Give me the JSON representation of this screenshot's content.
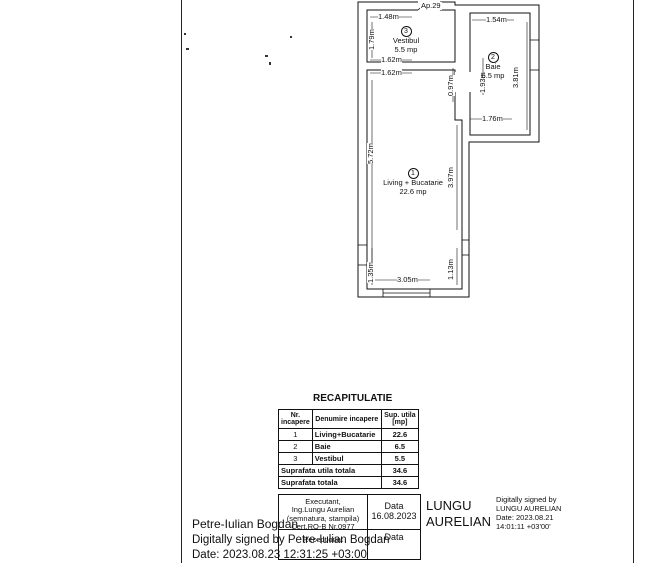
{
  "plan": {
    "apartment": "Ap.29",
    "rooms": [
      {
        "num": "3",
        "name": "Vestibul",
        "area": "5.5 mp"
      },
      {
        "num": "2",
        "name": "Baie",
        "area": "6.5 mp"
      },
      {
        "num": "1",
        "name": "Living + Bucatarie",
        "area": "22.6 mp"
      }
    ],
    "dims": {
      "d148": "1.48m",
      "d179": "1.79m",
      "d162a": "1.62m",
      "d162b": "1.62m",
      "d154": "1.54m",
      "d193": "1.93m",
      "d381": "3.81m",
      "d097": "0.97m",
      "d176": "1.76m",
      "d572": "5.72m",
      "d397": "3.97m",
      "d135": "1.35m",
      "d113": "1.13m",
      "d305": "3.05m"
    }
  },
  "recap": {
    "title": "RECAPITULATIE",
    "headers": [
      "Nr. incapere",
      "Denumire incapere",
      "Sup. utila [mp]"
    ],
    "rows": [
      {
        "nr": "1",
        "name": "Living+Bucatarie",
        "area": "22.6"
      },
      {
        "nr": "2",
        "name": "Baie",
        "area": "6.5"
      },
      {
        "nr": "3",
        "name": "Vestibul",
        "area": "5.5"
      }
    ],
    "total_util_label": "Suprafata utila totala",
    "total_util": "34.6",
    "total_label": "Suprafata totala",
    "total": "34.6"
  },
  "executant": {
    "label": "Executant,",
    "name": "Ing.Lungu Aurelian",
    "sign_hint": "(semnatura, stampila)",
    "cert": "Cert.RO-B Nr.0977",
    "date_label": "Data",
    "date": "16.08.2023",
    "receptionat": "Receptionat",
    "date_label2": "Data"
  },
  "signatures": {
    "lungu_name_line1": "LUNGU",
    "lungu_name_line2": "AURELIAN",
    "lungu_signed": "Digitally signed by",
    "lungu_signed_name": "LUNGU AURELIAN",
    "lungu_date": "Date: 2023.08.21",
    "lungu_time": "14:01:11 +03'00'",
    "petre_name": "Petre-Iulian Bogdan",
    "petre_signed": "Digitally signed by Petre-Iulian Bogdan",
    "petre_date": "Date: 2023.08.23 12:31:25 +03:00"
  }
}
